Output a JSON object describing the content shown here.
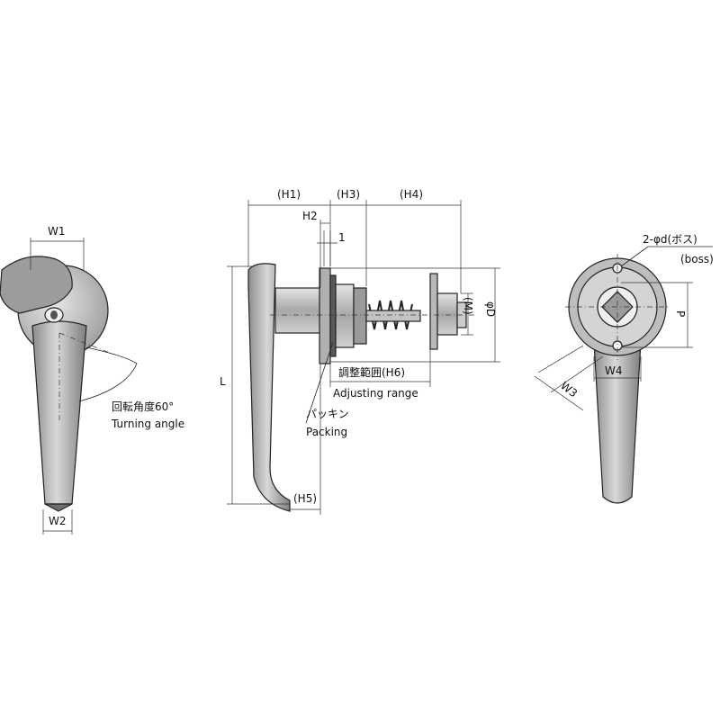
{
  "labels": {
    "w1": "W1",
    "w2": "W2",
    "w3": "W3",
    "w4": "W4",
    "h1": "(H1)",
    "h2": "H2",
    "h3": "(H3)",
    "h4": "(H4)",
    "h5": "(H5)",
    "one": "1",
    "L": "L",
    "phiD": "φD",
    "M": "(M)",
    "P": "P",
    "adjust_jp": "調整範囲(H6)",
    "adjust_en": "Adjusting range",
    "packing_jp": "パッキン",
    "packing_en": "Packing",
    "turning_jp": "回転角度60°",
    "turning_en": "Turning angle",
    "boss_jp": "2-φd(ボス)",
    "boss_en": "(boss)"
  },
  "colors": {
    "metal_dark": "#8a8a8a",
    "metal_mid": "#b4b4b4",
    "metal_light": "#dcdcdc",
    "line": "#222222"
  }
}
